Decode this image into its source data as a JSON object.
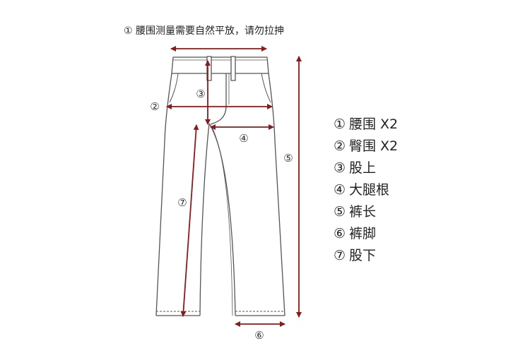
{
  "header_note": "① 腰围测量需要自然平放，请勿拉抻",
  "markers": {
    "m1": "①",
    "m2": "②",
    "m3": "③",
    "m4": "④",
    "m5": "⑤",
    "m6": "⑥",
    "m7": "⑦"
  },
  "legend": [
    {
      "num": "①",
      "text": "腰围 X2"
    },
    {
      "num": "②",
      "text": "臀围 X2"
    },
    {
      "num": "③",
      "text": "股上"
    },
    {
      "num": "④",
      "text": "大腿根"
    },
    {
      "num": "⑤",
      "text": "裤长"
    },
    {
      "num": "⑥",
      "text": "裤脚"
    },
    {
      "num": "⑦",
      "text": "股下"
    }
  ],
  "colors": {
    "measure_line": "#8b1a1a",
    "outline": "#555555"
  }
}
